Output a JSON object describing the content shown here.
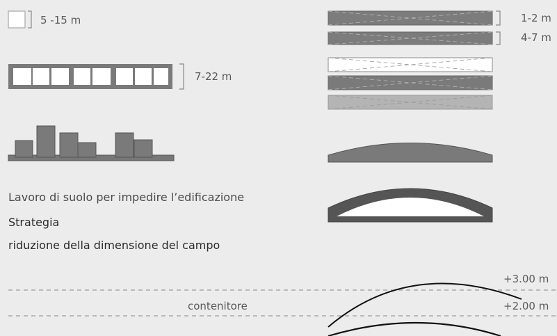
{
  "labels": {
    "single_unit": "5 -15 m",
    "row_units": "7-22 m",
    "thin_layer": "1-2 m",
    "thick_layer": "4-7 m",
    "caption": "Lavoro di suolo per impedire l’edificazione",
    "strategy_title": "Strategia",
    "strategy_desc": "riduzione della dimensione del campo",
    "container_label": "contenitore",
    "level_top": "+3.00 m",
    "level_mid": "+2.00 m"
  }
}
